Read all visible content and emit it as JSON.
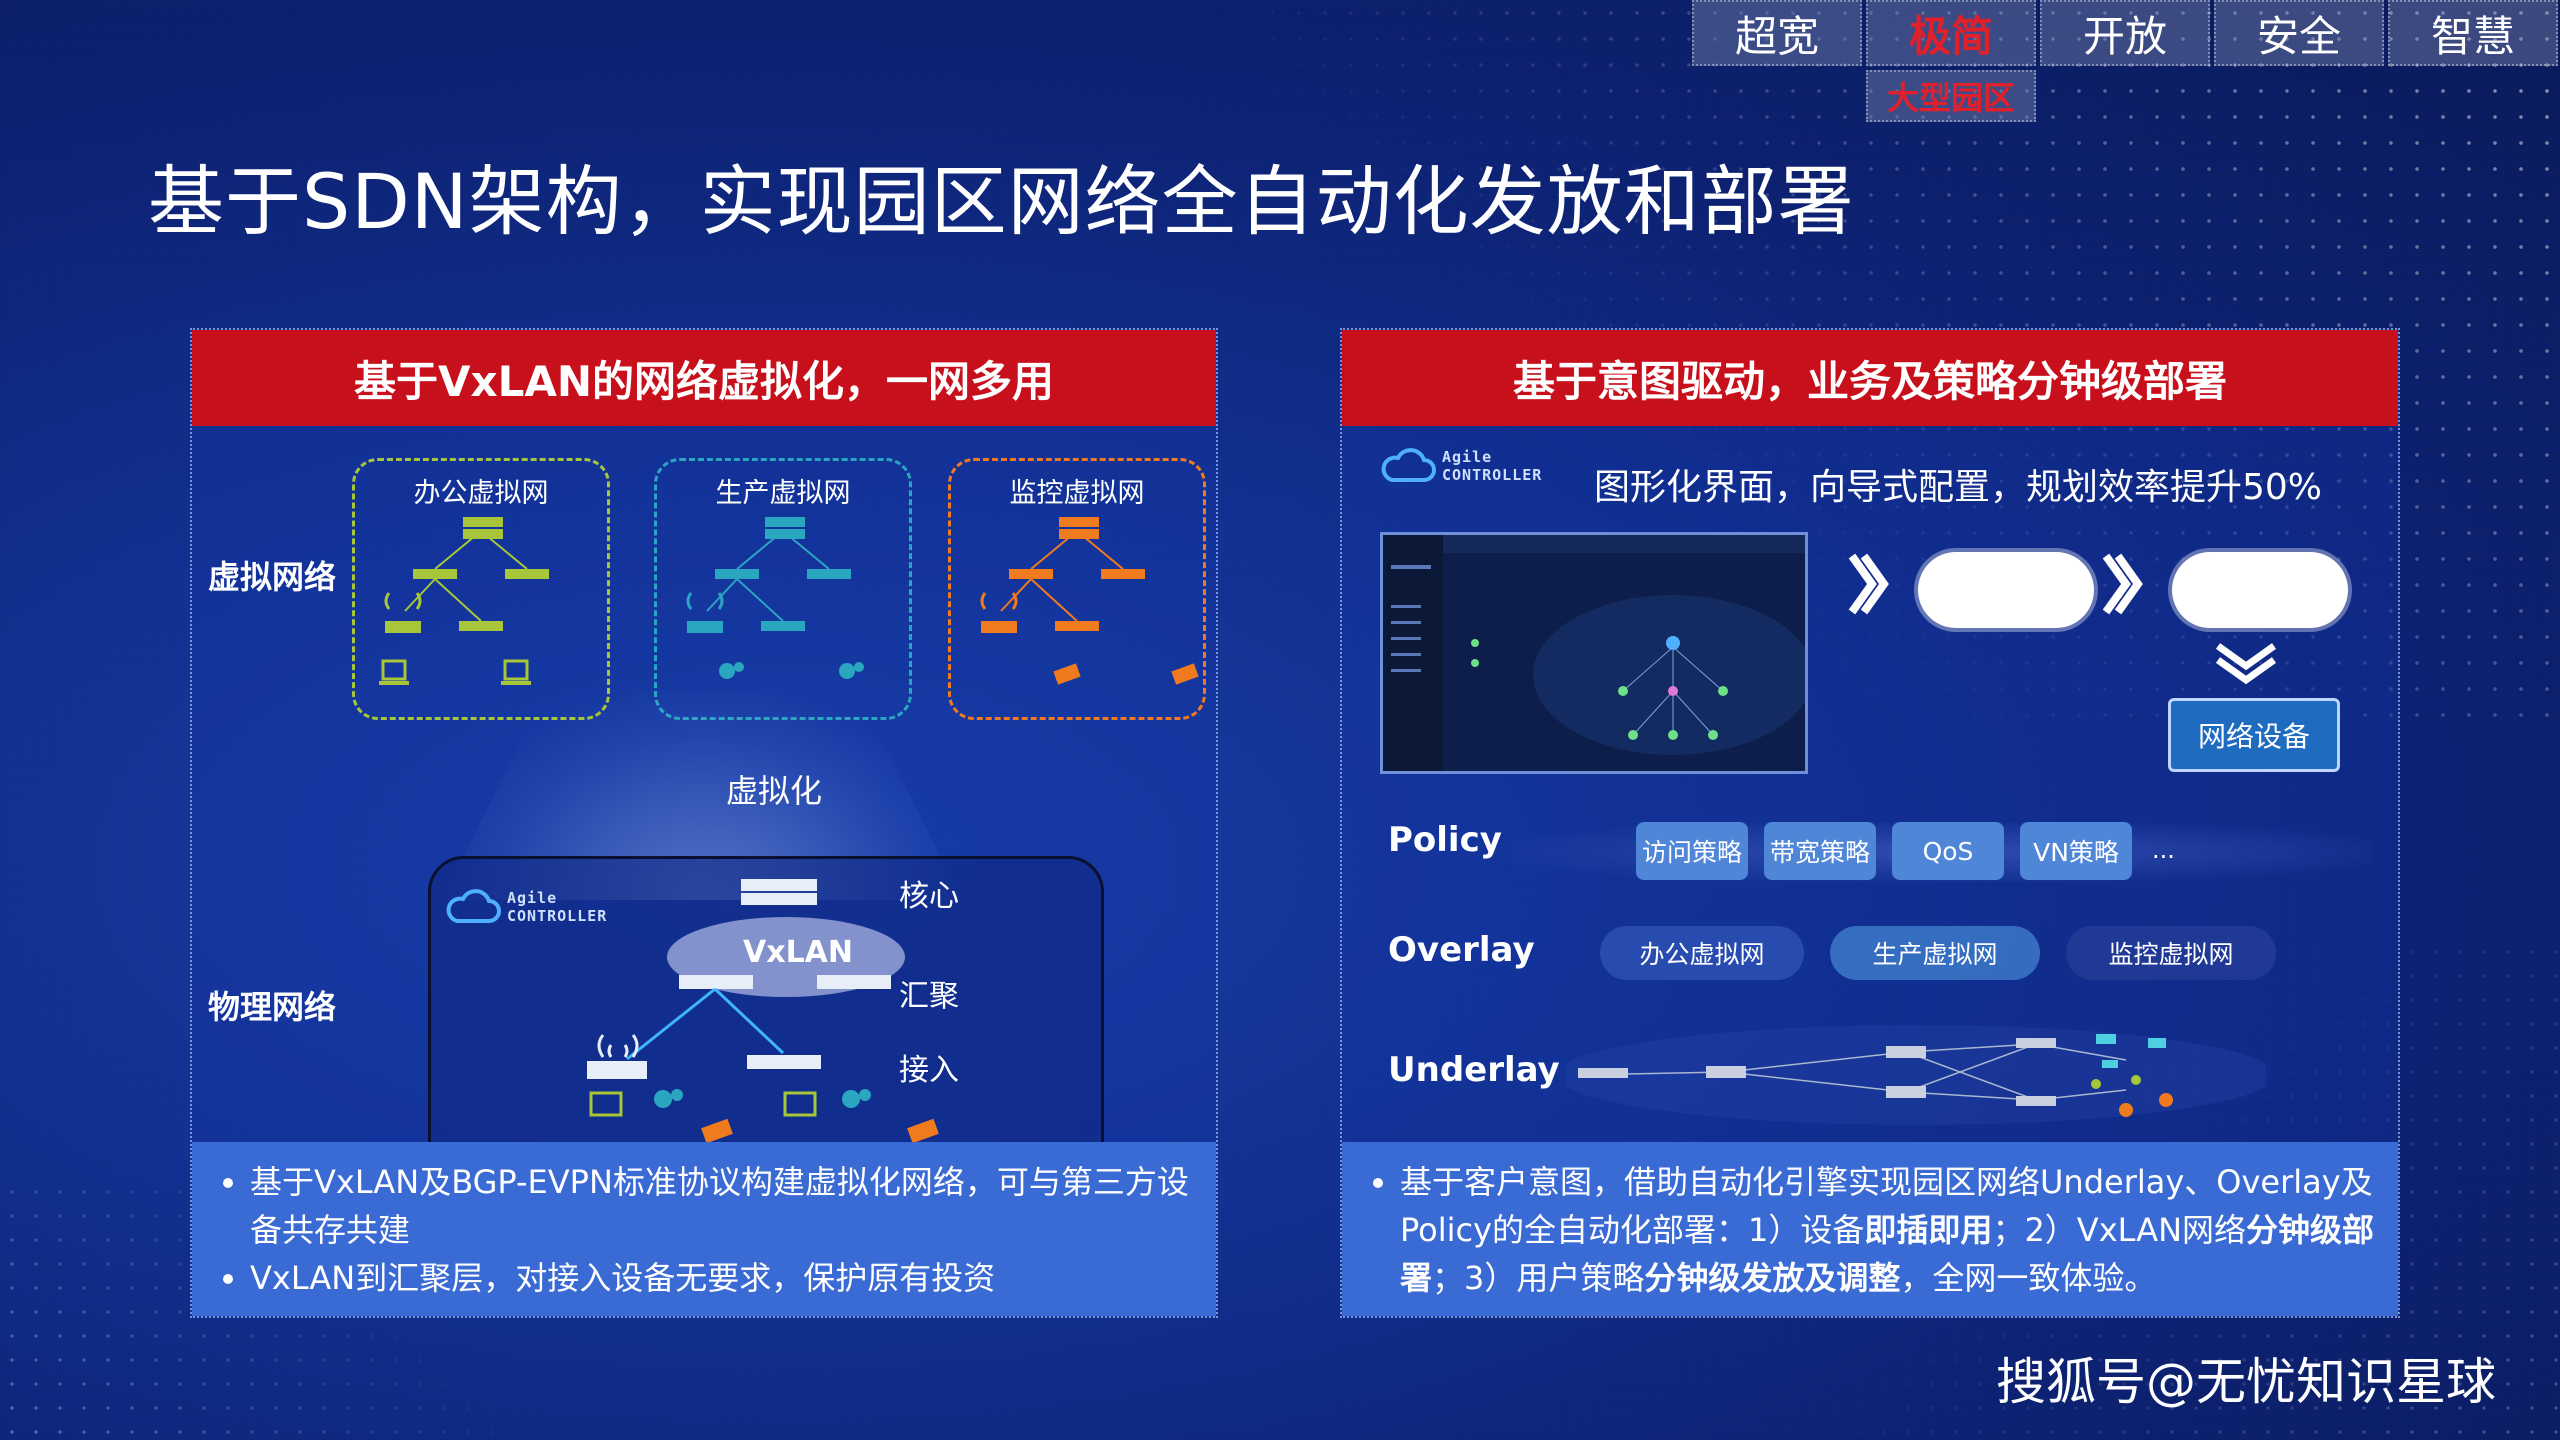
{
  "tabs": [
    {
      "label": "超宽",
      "active": false
    },
    {
      "label": "极简",
      "active": true
    },
    {
      "label": "开放",
      "active": false
    },
    {
      "label": "安全",
      "active": false
    },
    {
      "label": "智慧",
      "active": false
    }
  ],
  "subtab": "大型园区",
  "title": "基于SDN架构，实现园区网络全自动化发放和部署",
  "left": {
    "header": "基于VxLAN的网络虚拟化，一网多用",
    "virtual_label": "虚拟网络",
    "physical_label": "物理网络",
    "vnets": [
      {
        "title": "办公虚拟网",
        "color": "#a8c639"
      },
      {
        "title": "生产虚拟网",
        "color": "#2aa6c0"
      },
      {
        "title": "监控虚拟网",
        "color": "#f07a1e"
      }
    ],
    "virtualize": "虚拟化",
    "logo": [
      "Agile",
      "CONTROLLER"
    ],
    "vxlan": "VxLAN",
    "levels": {
      "core": "核心",
      "aggregation": "汇聚",
      "access": "接入"
    },
    "bullets": [
      "基于VxLAN及BGP-EVPN标准协议构建虚拟化网络，可与第三方设备共存共建",
      "VxLAN到汇聚层，对接入设备无要求，保护原有投资"
    ]
  },
  "right": {
    "header": "基于意图驱动，业务及策略分钟级部署",
    "logo": [
      "Agile",
      "CONTROLLER"
    ],
    "intent": "图形化界面，向导式配置，规划效率提升50%",
    "network_device": "网络设备",
    "policy": {
      "label": "Policy",
      "chips": [
        "访问策略",
        "带宽策略",
        "QoS",
        "VN策略"
      ],
      "more": "..."
    },
    "overlay": {
      "label": "Overlay",
      "items": [
        "办公虚拟网",
        "生产虚拟网",
        "监控虚拟网"
      ]
    },
    "underlay": {
      "label": "Underlay"
    },
    "bullet": {
      "p1": "基于客户意图，借助自动化引擎实现园区网络Underlay、Overlay及Policy的全自动化部署：1）设备",
      "b1": "即插即用",
      "p2": "；2）VxLAN网络",
      "b2": "分钟级部署",
      "p3": "；3）用户策略",
      "b3": "分钟级发放及调整",
      "p4": "，全网一致体验。"
    }
  },
  "watermark": "搜狐号@无忧知识星球"
}
